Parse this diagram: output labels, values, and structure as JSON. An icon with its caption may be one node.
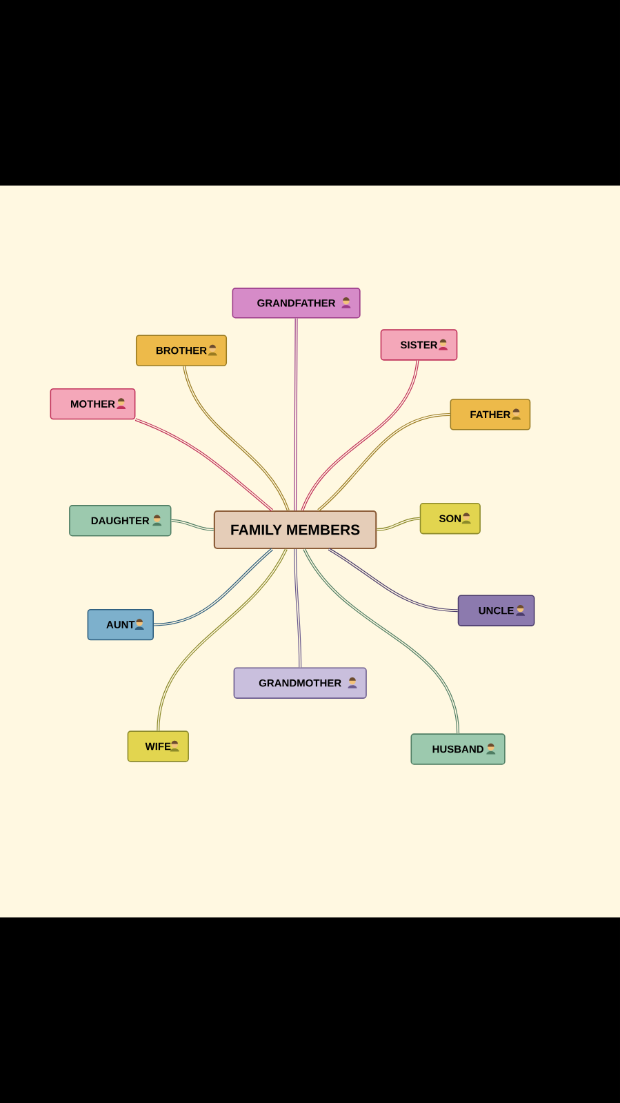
{
  "diagram": {
    "nodes": [
      {
        "text": [
          "FAMILY MEMBERS"
        ]
      },
      {
        "text": [
          "GRANDFATHER"
        ]
      },
      {
        "text": [
          "BROTHER"
        ]
      },
      {
        "text": [
          "SISTER"
        ]
      },
      {
        "text": [
          "MOTHER"
        ]
      },
      {
        "text": [
          "FATHER"
        ]
      },
      {
        "text": [
          "DAUGHTER"
        ]
      },
      {
        "text": [
          "SON"
        ]
      },
      {
        "text": [
          "AUNT"
        ]
      },
      {
        "text": [
          "UNCLE"
        ]
      },
      {
        "text": [
          "GRANDMOTHER"
        ]
      },
      {
        "text": [
          "WIFE"
        ]
      },
      {
        "text": [
          "HUSBAND"
        ]
      }
    ],
    "edges": [
      {
        "from": 0,
        "to": 1,
        "arrow": "none",
        "color": "#9b3a88"
      },
      {
        "from": 0,
        "to": 2,
        "arrow": "none",
        "color": "#9a7b20"
      },
      {
        "from": 0,
        "to": 3,
        "arrow": "none",
        "color": "#c0305a"
      },
      {
        "from": 0,
        "to": 4,
        "arrow": "none",
        "color": "#c0305a"
      },
      {
        "from": 0,
        "to": 5,
        "arrow": "none",
        "color": "#9a7b20"
      },
      {
        "from": 0,
        "to": 6,
        "arrow": "none",
        "color": "#4f7d63"
      },
      {
        "from": 0,
        "to": 7,
        "arrow": "none",
        "color": "#8c8a2a"
      },
      {
        "from": 0,
        "to": 8,
        "arrow": "none",
        "color": "#2f5f7f"
      },
      {
        "from": 0,
        "to": 9,
        "arrow": "none",
        "color": "#4a3b6b"
      },
      {
        "from": 0,
        "to": 10,
        "arrow": "none",
        "color": "#6b5b8e"
      },
      {
        "from": 0,
        "to": 11,
        "arrow": "none",
        "color": "#8c8a2a"
      },
      {
        "from": 0,
        "to": 12,
        "arrow": "none",
        "color": "#4f7d63"
      }
    ]
  }
}
